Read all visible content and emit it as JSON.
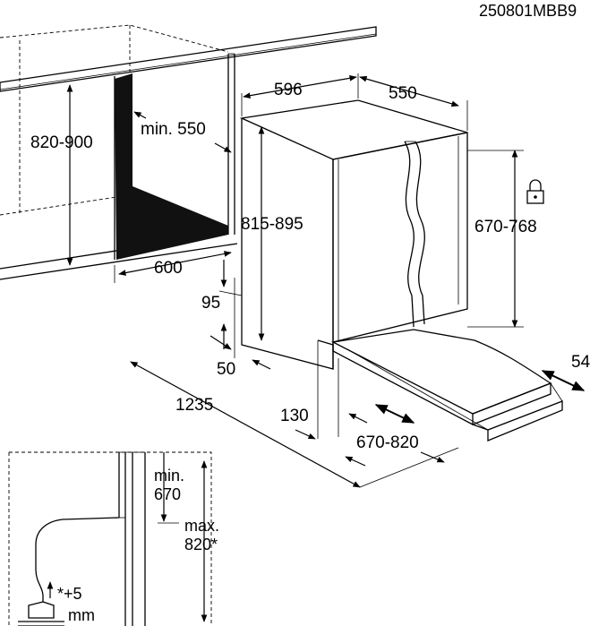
{
  "code": "250801MBB9",
  "dims": {
    "cab_height": "820-900",
    "min_depth": "min. 550",
    "app_width": "596",
    "app_depth": "550",
    "app_height": "815-895",
    "niche_depth": "600",
    "plinth_height": "95",
    "plinth_setback": "50",
    "total_depth": "1235",
    "door_clearance": "130",
    "panel_height": "670-768",
    "door_adjust": "670-820",
    "door_travel": "54"
  },
  "detail": {
    "min_label_line1": "min.",
    "min_label_line2": "670",
    "max_label_line1": "max.",
    "max_label_line2": "820*",
    "note_line1": "*+5",
    "note_line2": "mm"
  },
  "icons": {
    "lock": "padlock-icon"
  }
}
